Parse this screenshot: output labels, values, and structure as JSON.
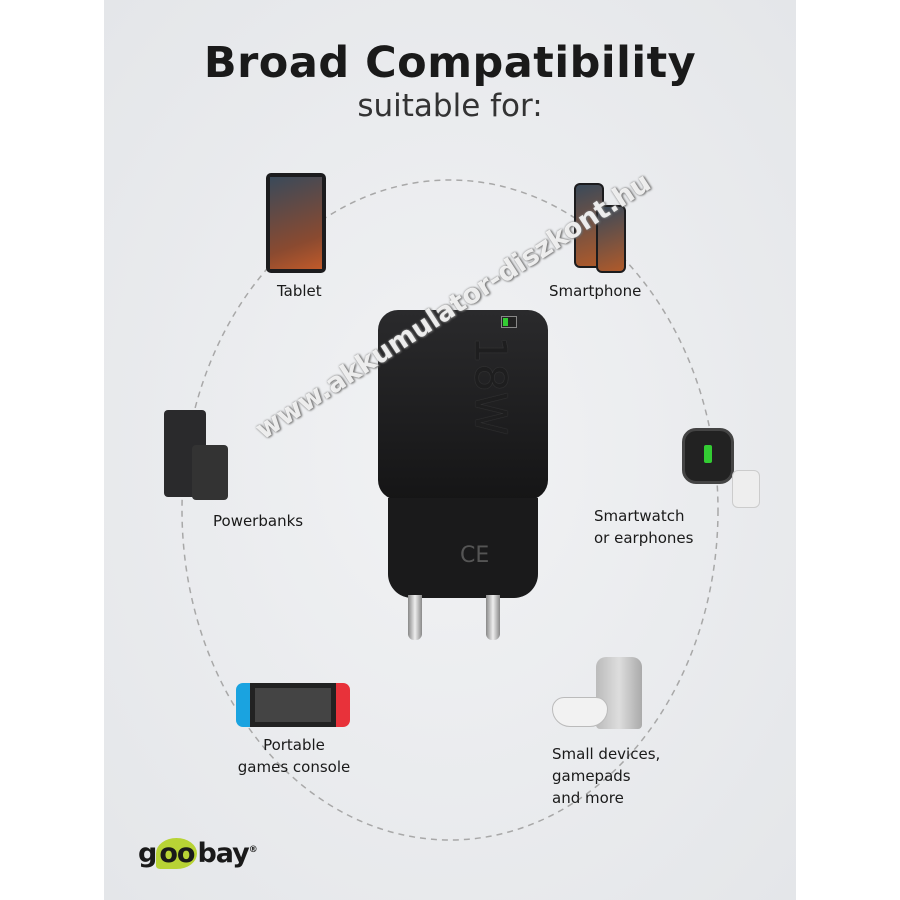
{
  "header": {
    "title": "Broad Compatibility",
    "subtitle": "suitable for:"
  },
  "devices": [
    {
      "label": "Tablet"
    },
    {
      "label": "Smartphone"
    },
    {
      "label": "Powerbanks"
    },
    {
      "label_line1": "Smartwatch",
      "label_line2": "or earphones"
    },
    {
      "label_line1": "Portable",
      "label_line2": "games console"
    },
    {
      "label_line1": "Small devices,",
      "label_line2": "gamepads",
      "label_line3": "and more"
    }
  ],
  "charger": {
    "power": "18W",
    "mark": "CE"
  },
  "watermark": "www.akkumulator-diszkont.hu",
  "brand": {
    "logo": "goobay",
    "accent": "#b8d335"
  }
}
